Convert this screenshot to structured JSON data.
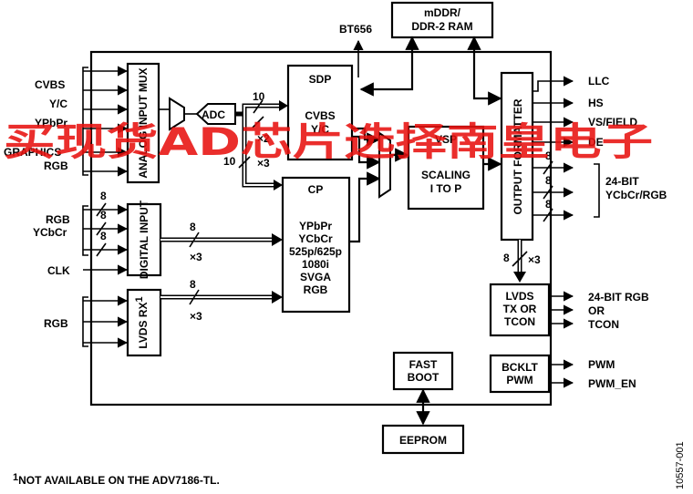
{
  "blocks": {
    "mddr": [
      "mDDR/",
      "DDR-2 RAM"
    ],
    "bt656": "BT656",
    "analog_mux": "ANALOG INPUT MUX",
    "adc": "ADC",
    "sdp_title": "SDP",
    "sdp_body": [
      "CVBS",
      "Y/C"
    ],
    "vsp_title": "VSP",
    "vsp_body": [
      "SCALING",
      "I TO P"
    ],
    "output_formatter": "OUTPUT FORMATTER",
    "cp_title": "CP",
    "cp_body": [
      "YPbPr",
      "YCbCr",
      "525p/625p",
      "1080i",
      "SVGA",
      "RGB"
    ],
    "digital_input": "DIGITAL INPUT",
    "lvds_rx": "LVDS RX",
    "lvds_rx_sup": "1",
    "lvds_tx": [
      "LVDS",
      "TX OR",
      "TCON"
    ],
    "bcklt": [
      "BCKLT",
      "PWM"
    ],
    "fast_boot": [
      "FAST",
      "BOOT"
    ],
    "eeprom": "EEPROM"
  },
  "inputs_left": {
    "cvbs": "CVBS",
    "yc": "Y/C",
    "ypbpr": "YPbPr",
    "graphics": "GRAPHICS",
    "rgb_analog": "RGB",
    "rgb_digital": "RGB",
    "ycbcr_digital": "YCbCr",
    "clk": "CLK",
    "rgb_lvds": "RGB"
  },
  "outputs_right": {
    "llc": "LLC",
    "hs": "HS",
    "vsfield": "VS/FIELD",
    "de": "DE",
    "bit24": "24-BIT",
    "ycbcr_rgb": "YCbCr/RGB",
    "rgb24": "24-BIT RGB",
    "or": "OR",
    "tcon": "TCON",
    "pwm": "PWM",
    "pwm_en": "PWM_EN"
  },
  "bus_labels": {
    "adc_w1": "10",
    "adc_m1": "×2",
    "adc_w2": "10",
    "adc_m2": "×3",
    "dig_in_w1": "8",
    "dig_in_w2": "8",
    "dig_in_w3": "8",
    "dig_out_w": "8",
    "dig_out_m": "×3",
    "lvds_in_w": "8",
    "lvds_in_m": "×3",
    "of_w1": "8",
    "of_w2": "8",
    "of_w3": "8",
    "of_down_w": "8",
    "of_down_m": "×3"
  },
  "footnote": {
    "sup": "1",
    "text": "NOT AVAILABLE ON THE ADV7186-TL."
  },
  "figure_id": "10557-001",
  "watermark": "买现货AD芯片选择南皇电子",
  "colors": {
    "watermark": "#e8120f",
    "line": "#000000",
    "background": "#ffffff"
  }
}
